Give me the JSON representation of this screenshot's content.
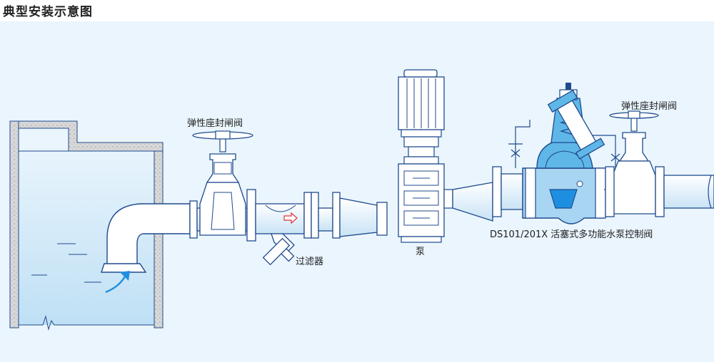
{
  "title": "典型安装示意图",
  "labels": {
    "gate_valve_left": "弹性座封闸阀",
    "gate_valve_right": "弹性座封闸阀",
    "strainer": "过滤器",
    "pump": "泵",
    "control_valve": "DS101/201X 活塞式多功能水泵控制阀"
  },
  "colors": {
    "background": "#eaf5fd",
    "outline": "#1f4a8e",
    "water": "#a8d6f2",
    "accent_blue": "#1e8fe0",
    "valve_teal": "#5fb7e8",
    "arrow_red": "#e23333"
  }
}
